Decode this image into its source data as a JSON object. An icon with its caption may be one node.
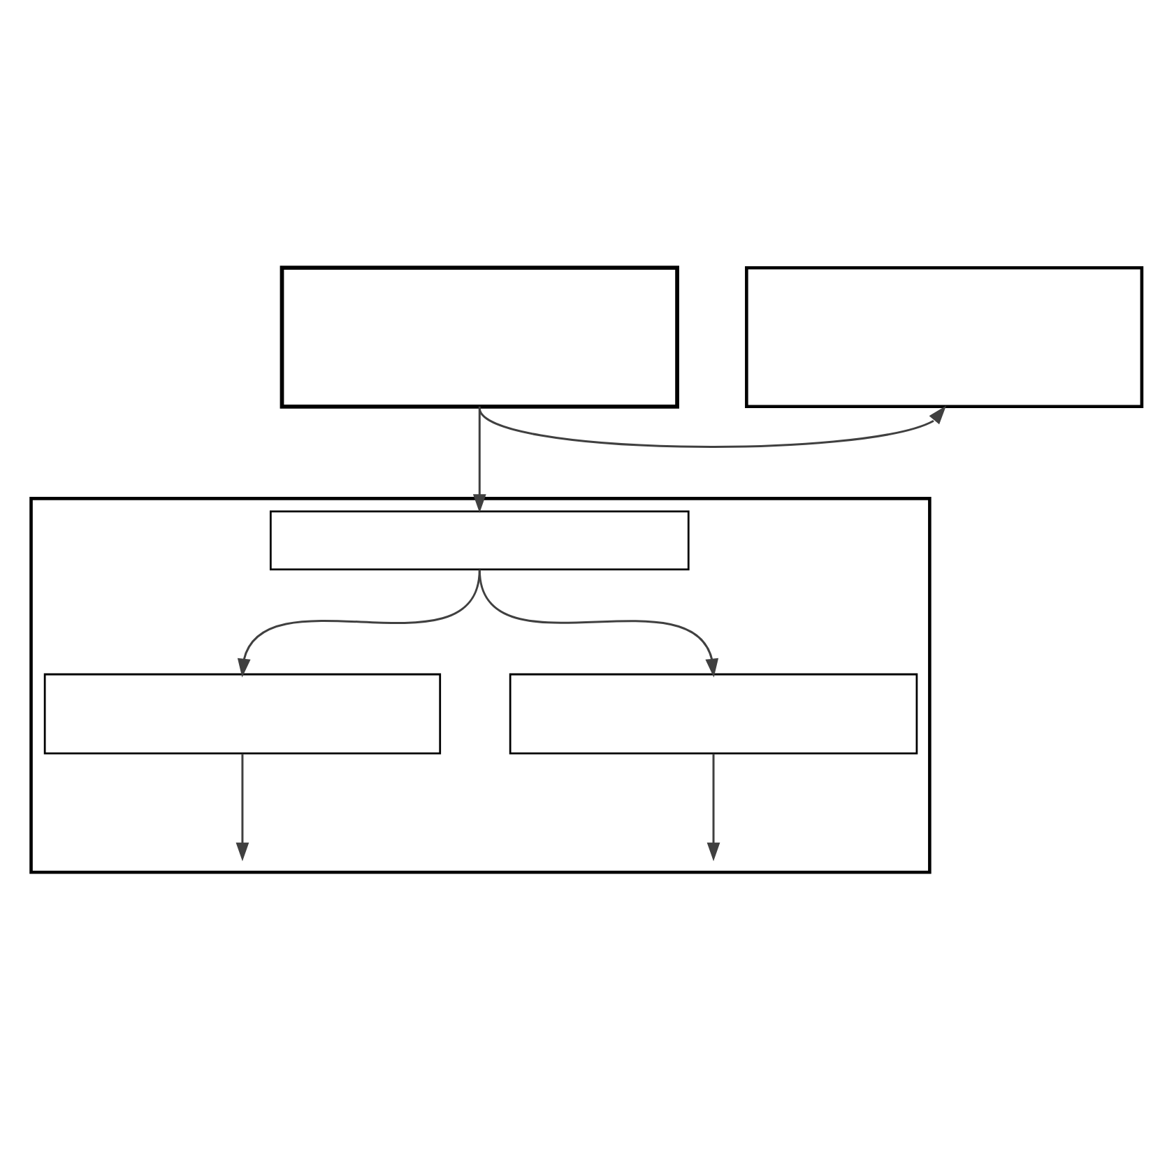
{
  "diagram": {
    "nodes": [
      {
        "text": [],
        "shape": "box"
      },
      {
        "text": [],
        "shape": "box"
      },
      {
        "text": [],
        "shape": "box"
      },
      {
        "text": [],
        "shape": "box",
        "in": 2
      },
      {
        "text": [],
        "shape": "box",
        "in": 2
      },
      {
        "text": [],
        "shape": "box",
        "in": 2
      }
    ],
    "edges": [
      {
        "from": 0,
        "to": 3,
        "arrow": "to"
      },
      {
        "from": 0,
        "to": 1,
        "arrow": "to"
      },
      {
        "from": 3,
        "to": 4,
        "arrow": "to"
      },
      {
        "from": 3,
        "to": 5,
        "arrow": "to"
      },
      {
        "from": 4,
        "to": null,
        "arrow": "to"
      },
      {
        "from": 5,
        "to": null,
        "arrow": "to"
      }
    ]
  }
}
